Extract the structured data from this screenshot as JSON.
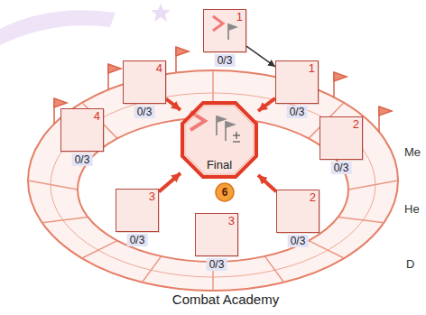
{
  "diagram": {
    "title": "Combat Academy",
    "nodes": [
      {
        "text": [
          "1",
          "0/3"
        ]
      },
      {
        "text": [
          "4",
          "0/3"
        ]
      },
      {
        "text": [
          "1",
          "0/3"
        ]
      },
      {
        "text": [
          "4",
          "0/3"
        ]
      },
      {
        "text": [
          "Final"
        ]
      },
      {
        "text": [
          "2",
          "0/3"
        ]
      },
      {
        "text": [
          "3",
          "0/3"
        ]
      },
      {
        "text": [
          "3",
          "0/3"
        ]
      },
      {
        "text": [
          "2",
          "0/3"
        ]
      },
      {
        "text": [
          "6"
        ]
      }
    ],
    "edges": [
      {
        "from": 0,
        "to": 2,
        "arrow": "to"
      },
      {
        "from": 1,
        "to": 4,
        "arrow": "to"
      },
      {
        "from": 2,
        "to": 4,
        "arrow": "to"
      },
      {
        "from": 6,
        "to": 4,
        "arrow": "to"
      },
      {
        "from": 8,
        "to": 4,
        "arrow": "to"
      }
    ],
    "labels": [
      "Me",
      "He",
      "D"
    ]
  }
}
